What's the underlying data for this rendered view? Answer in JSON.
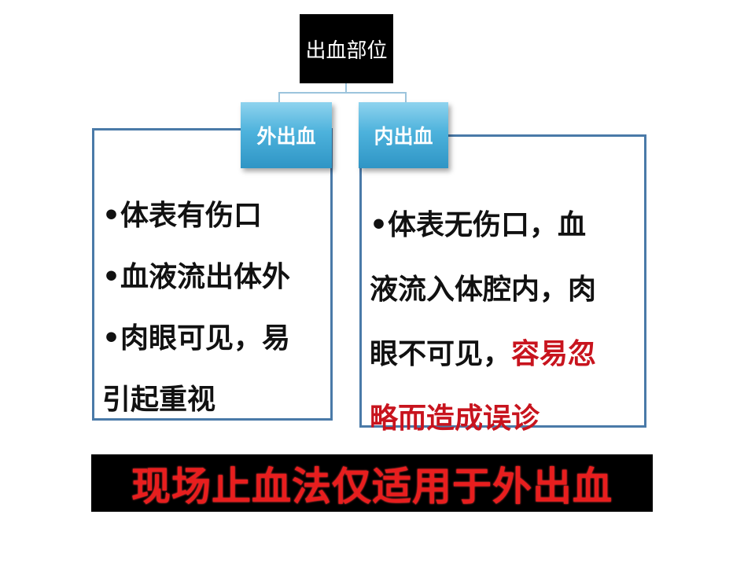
{
  "root": {
    "label": "出血部位"
  },
  "left_branch": {
    "tab_label": "外出血",
    "lines": [
      "•体表有伤口",
      "•血液流出体外",
      "•肉眼可见，易",
      "引起重视"
    ]
  },
  "right_branch": {
    "tab_label": "内出血",
    "lines": [
      "•体表无伤口，血",
      "液流入体腔内，肉"
    ],
    "line3_black": "眼不可见，",
    "line3_red": "容易忽",
    "line4_red": "略而造成误诊"
  },
  "footer": {
    "text": "现场止血法仅适用于外出血"
  },
  "colors": {
    "accent_red": "#c8141e",
    "tab_blue": "#4db2dc",
    "border_blue": "#4a7aa8",
    "connector": "#9cc4dc"
  }
}
